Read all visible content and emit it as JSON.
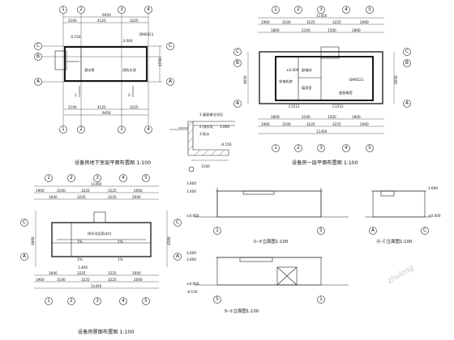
{
  "titles": {
    "basement_plan": "设备房地下室层平面布置图 1:100",
    "first_floor_plan": "设备房一层平面布置图 1:100",
    "roof_plan": "设备房屋面布置图 1:100",
    "elev_1_5": "①-⑤立面图1:100",
    "elev_a_c": "Ⓐ-Ⓒ立面图1:100",
    "elev_5_1": "⑤-①立面图1:100"
  },
  "axes_num": [
    "1",
    "2",
    "3",
    "4",
    "5"
  ],
  "axes_letter": [
    "A",
    "B",
    "C"
  ],
  "dims": {
    "b_total": "9450",
    "b_parts": [
      "2100",
      "4125",
      "3225"
    ],
    "b_side": [
      "2100",
      "4550"
    ],
    "f_total": "11450",
    "f_parts": [
      "1900",
      "3100",
      "3225",
      "3225",
      "2000"
    ],
    "r_total": "11450",
    "r_parts": [
      "1900",
      "3100",
      "3225",
      "3225",
      "2000"
    ],
    "side_dims": [
      "4050",
      "6650",
      "1500",
      "4800",
      "4500"
    ]
  },
  "levels": {
    "l1": "±0.000",
    "l2": "-0.150",
    "l3": "-3.000",
    "l4": "3.600",
    "l5": "3.400",
    "l6": "3.000"
  },
  "rooms": {
    "pump": "潜水泵",
    "pool": "消防水池",
    "generator": "发电机房",
    "distribution": "配电间",
    "duty": "值班室",
    "substation": "变配电室"
  },
  "doors": [
    "DM0521",
    "DM0521",
    "C1512",
    "C1512"
  ],
  "roof_text": "排水沟及雨水口",
  "watermark": "zhulong"
}
